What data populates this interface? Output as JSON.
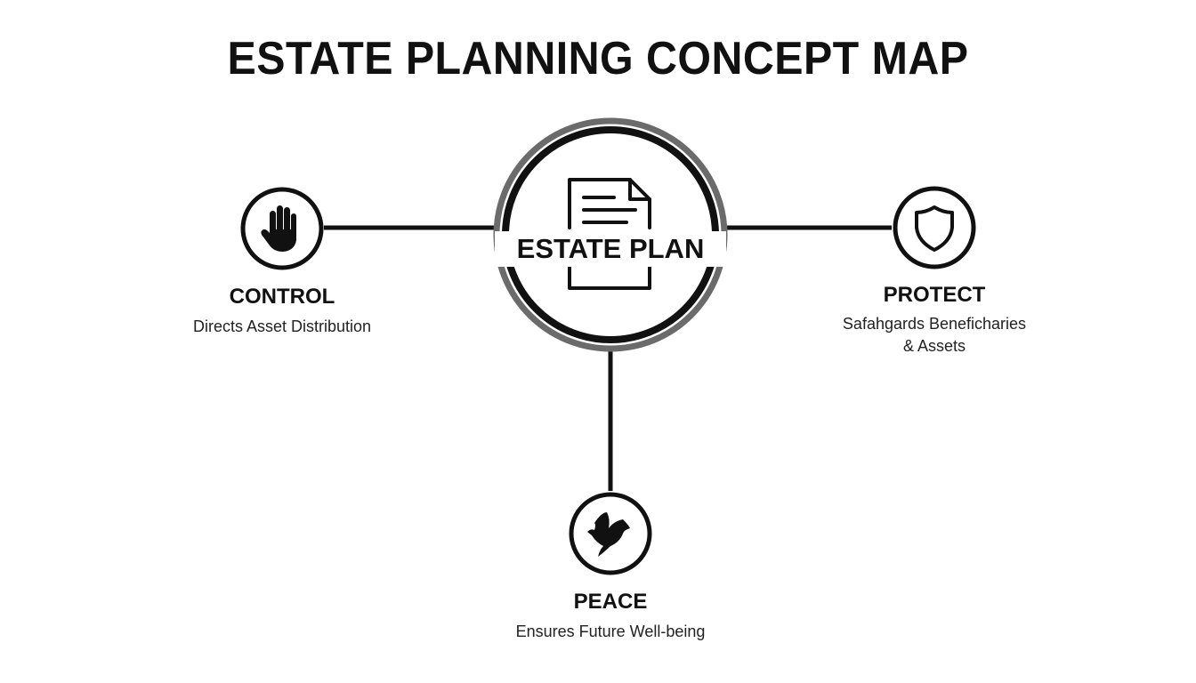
{
  "title": "ESTATE PLANNING CONCEPT MAP",
  "center": {
    "label": "ESTATE PLAN",
    "icon": "document-icon"
  },
  "nodes": [
    {
      "id": "control",
      "title": "CONTROL",
      "description": "Directs Asset Distribution",
      "icon": "hand-icon"
    },
    {
      "id": "protect",
      "title": "PROTECT",
      "description_line1": "Safahgards Beneficharies",
      "description_line2": "& Assets",
      "icon": "shield-icon"
    },
    {
      "id": "peace",
      "title": "PEACE",
      "description": "Ensures Future Well-being",
      "icon": "dove-icon"
    }
  ],
  "colors": {
    "stroke": "#111111",
    "ring_outer": "#6b6b6b",
    "background": "#ffffff"
  }
}
